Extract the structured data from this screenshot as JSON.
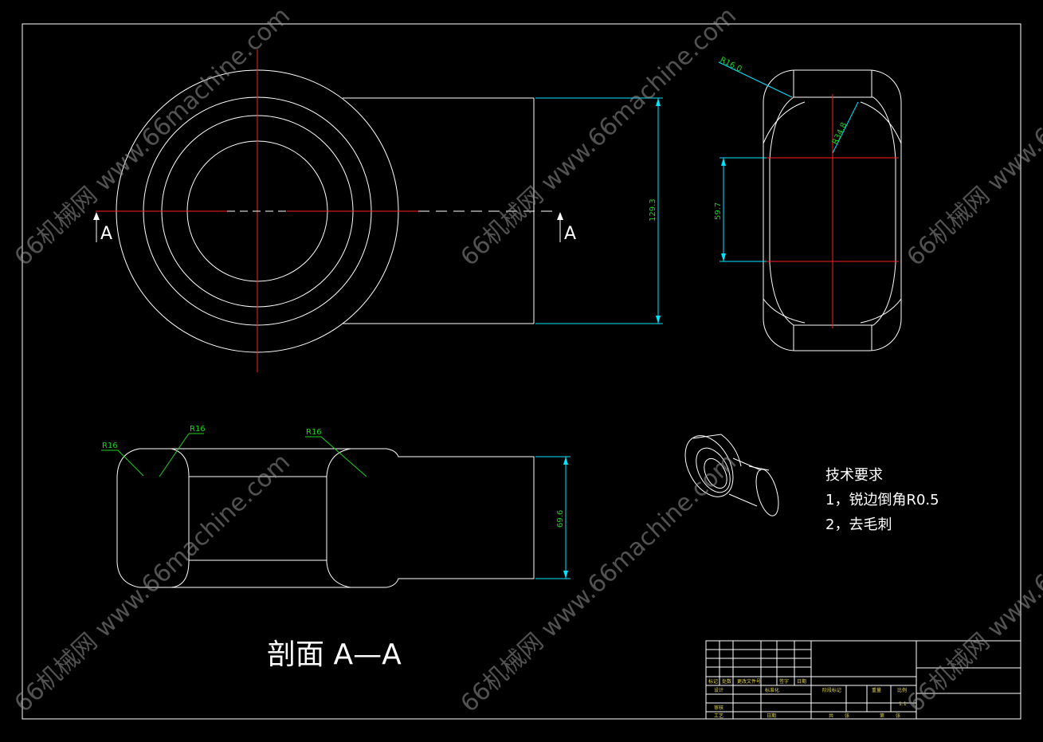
{
  "section_label": "剖面 A—A",
  "section_marker": "A",
  "dimensions": {
    "height_front": "129.3",
    "side_width": "59.7",
    "side_radius_top": "R16.0",
    "side_radius_inner": "R34.8",
    "section_height": "69.6",
    "section_radius_1": "R16",
    "section_radius_2": "R16",
    "section_radius_3": "R16"
  },
  "tech_requirements": {
    "title": "技术要求",
    "items": [
      "1，锐边倒角R0.5",
      "2，去毛刺"
    ]
  },
  "watermark": "66机械网 www.66machine.com",
  "title_block": {
    "row_sign": [
      "标记",
      "处数",
      "更改文件号",
      "签字",
      "日期"
    ],
    "design": "设计",
    "standard": "标准化",
    "review": "审核",
    "process": "工艺",
    "date": "日期",
    "stage": "阶段标记",
    "weight": "重量",
    "scale": "比例",
    "scale_val": "1:1",
    "total": "共",
    "sheet": "张",
    "of": "第"
  },
  "colors": {
    "outline": "#ffffff",
    "centerline": "#ff2020",
    "dimension": "#00e5ff",
    "leader": "#20d020",
    "hatch": "#e6d84a"
  }
}
